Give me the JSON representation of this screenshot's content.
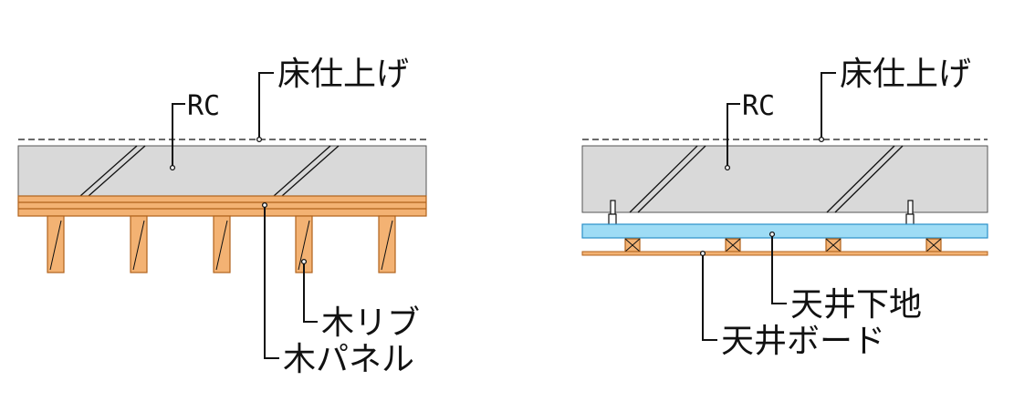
{
  "colors": {
    "concrete": "#d9d9d9",
    "wood": "#f3b273",
    "wood_edge": "#b0621c",
    "insulation": "#9edcf5",
    "insulation_edge": "#2a8fc8",
    "line": "#111111"
  },
  "left_section": {
    "labels": {
      "floor_finish": "床仕上げ",
      "rc": "RC",
      "wood_rib": "木リブ",
      "wood_panel": "木パネル"
    }
  },
  "right_section": {
    "labels": {
      "floor_finish": "床仕上げ",
      "rc": "RC",
      "ceiling_base": "天井下地",
      "ceiling_board": "天井ボード"
    }
  }
}
